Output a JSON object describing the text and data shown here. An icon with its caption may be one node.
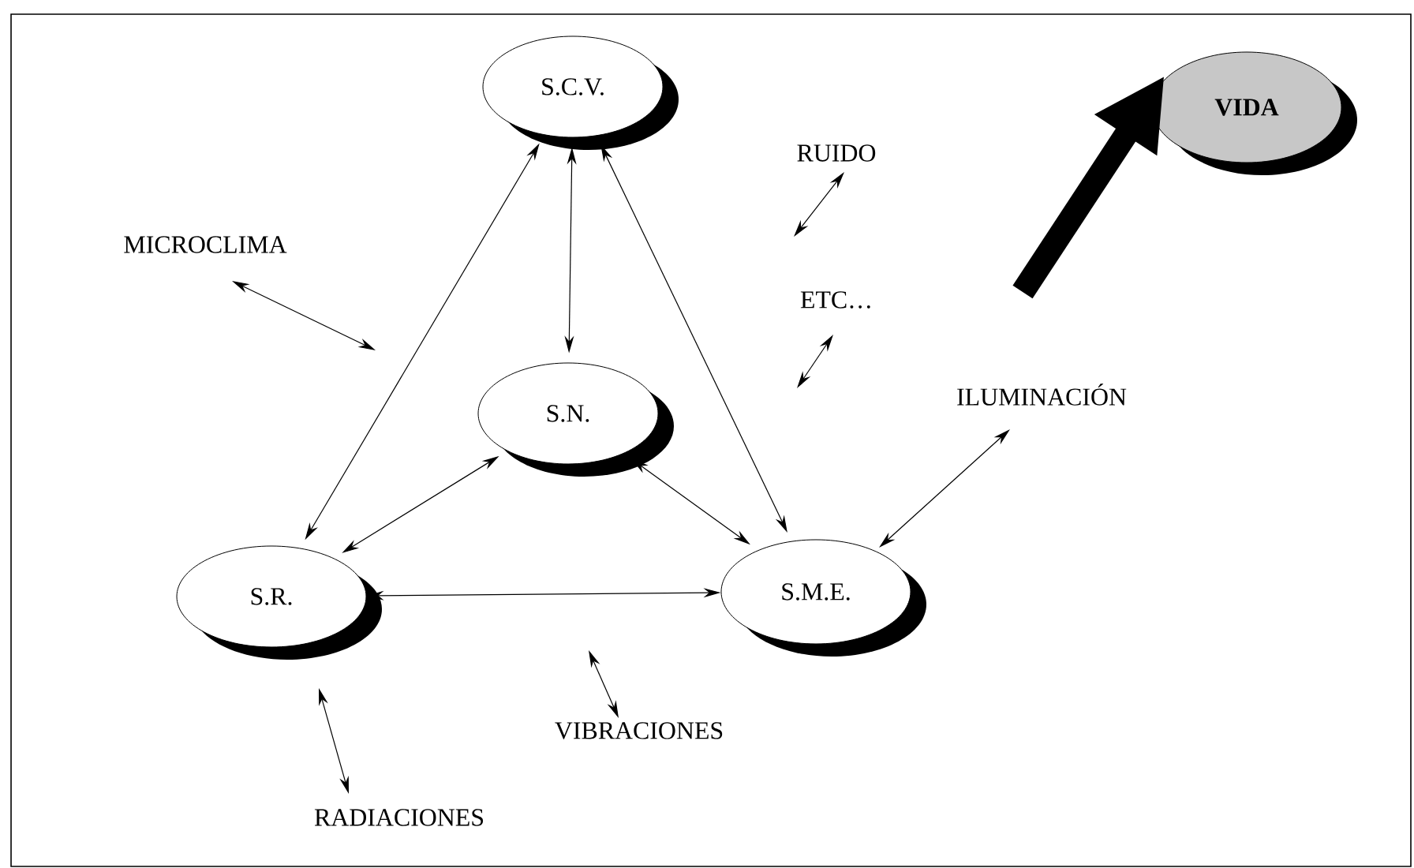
{
  "diagram": {
    "nodes": [
      {
        "text": [
          "S.C.V."
        ]
      },
      {
        "text": [
          "S.N."
        ]
      },
      {
        "text": [
          "S.R."
        ]
      },
      {
        "text": [
          "S.M.E."
        ]
      },
      {
        "text": [
          "VIDA"
        ]
      },
      {
        "text": [
          "MICROCLIMA"
        ]
      },
      {
        "text": [
          "RUIDO"
        ]
      },
      {
        "text": [
          "ETC…"
        ]
      },
      {
        "text": [
          "ILUMINACIÓN"
        ]
      },
      {
        "text": [
          "RADIACIONES"
        ]
      },
      {
        "text": [
          "VIBRACIONES"
        ]
      }
    ],
    "edges": [
      {
        "from": 0,
        "to": 1,
        "arrow": "both"
      },
      {
        "from": 0,
        "to": 2,
        "arrow": "both"
      },
      {
        "from": 0,
        "to": 3,
        "arrow": "both"
      },
      {
        "from": 1,
        "to": 2,
        "arrow": "both"
      },
      {
        "from": 1,
        "to": 3,
        "arrow": "both"
      },
      {
        "from": 2,
        "to": 3,
        "arrow": "both"
      },
      {
        "from": 5,
        "to": null,
        "arrow": "both"
      },
      {
        "from": 6,
        "to": null,
        "arrow": "both"
      },
      {
        "from": 7,
        "to": null,
        "arrow": "both"
      },
      {
        "from": 8,
        "to": 3,
        "arrow": "both"
      },
      {
        "from": 2,
        "to": 9,
        "arrow": "both"
      },
      {
        "from": 10,
        "to": null,
        "arrow": "both"
      },
      {
        "from": null,
        "to": 4,
        "arrow": "to",
        "style": "thick"
      }
    ]
  }
}
